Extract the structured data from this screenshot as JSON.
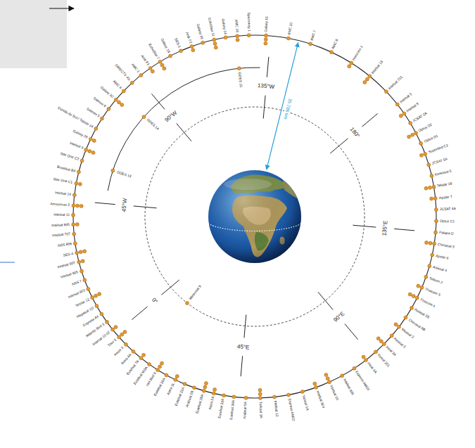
{
  "diagram": {
    "labels": [
      "0°",
      "45°E",
      "90°E",
      "135°E",
      "180°",
      "135°W",
      "90°W",
      "45°W",
      "35 786 km",
      "GOES 15",
      "GOES 14",
      "GOES 13",
      "Meteosat 9",
      "Galaxy 15",
      "AMC 10",
      "AMC 7",
      "AMC 8",
      "Horizons 1",
      "Intelsat 18",
      "Intelsat 701",
      "Intelsat 5",
      "Intelsat 8",
      "JCSAT 2A",
      "Optus D2",
      "Optus D1",
      "Superbird C2",
      "JCSAT 5A",
      "Koreasat 5",
      "Telstar 18",
      "Apstar 7",
      "JCSAT 4A",
      "Optus C1",
      "Palapa D",
      "Chinasat 9",
      "Apstar 6",
      "Asiasat 4",
      "Telkom 2",
      "Thaicom 5",
      "Thaicom 4",
      "Asiasat 3S",
      "Chinasat 6B",
      "Measat 3",
      "Asiasat 5",
      "Insat 3A",
      "Yamal 201",
      "Insat 4A",
      "Express AM33",
      "Intelsat 906",
      "Intelsat 10",
      "Intelsat 904",
      "Yahsat 1A",
      "Express AM22",
      "Intelsat 12",
      "Turksat 3A",
      "Arabsat 5A",
      "Eutelsat 36A",
      "Eutelsat 33A",
      "Astra 2A",
      "Eutelsat 28A",
      "Arabsat 2B",
      "Eutelsat 21A",
      "Astra 1L",
      "Eutelsat 16A",
      "Hot Bird 8",
      "Eutelsat W3A",
      "Eutelsat 7A",
      "Astra 4A",
      "Amos 3",
      "Thor 5",
      "Intelsat 10-02",
      "Atlantic Bird 3",
      "Express A4",
      "Hispasat 1D",
      "Telstar 12",
      "Intelsat 903",
      "NSS 7",
      "Intelsat 905",
      "Intelsat 907",
      "SES-4",
      "NSS 806",
      "Intelsat 707",
      "Intelsat 805",
      "Intelsat 11",
      "Amazonas 2",
      "Intelsat 14",
      "Star One C1",
      "Brasilsat B4",
      "Star One C2",
      "Intelsat 9",
      "Galaxy 28",
      "Estrela do Sul / Telstar 14",
      "Satmex 5",
      "Satmex 6",
      "Galaxy 3C",
      "AMC 6",
      "DIRECTV 4S",
      "AMC 1",
      "Anik F1",
      "EchoStar 7",
      "Galaxy 19",
      "SES-1",
      "Anik F2",
      "Galaxy 16",
      "EchoStar 11",
      "Galaxy 14",
      "AMC 18",
      "Spaceway 1"
    ]
  }
}
